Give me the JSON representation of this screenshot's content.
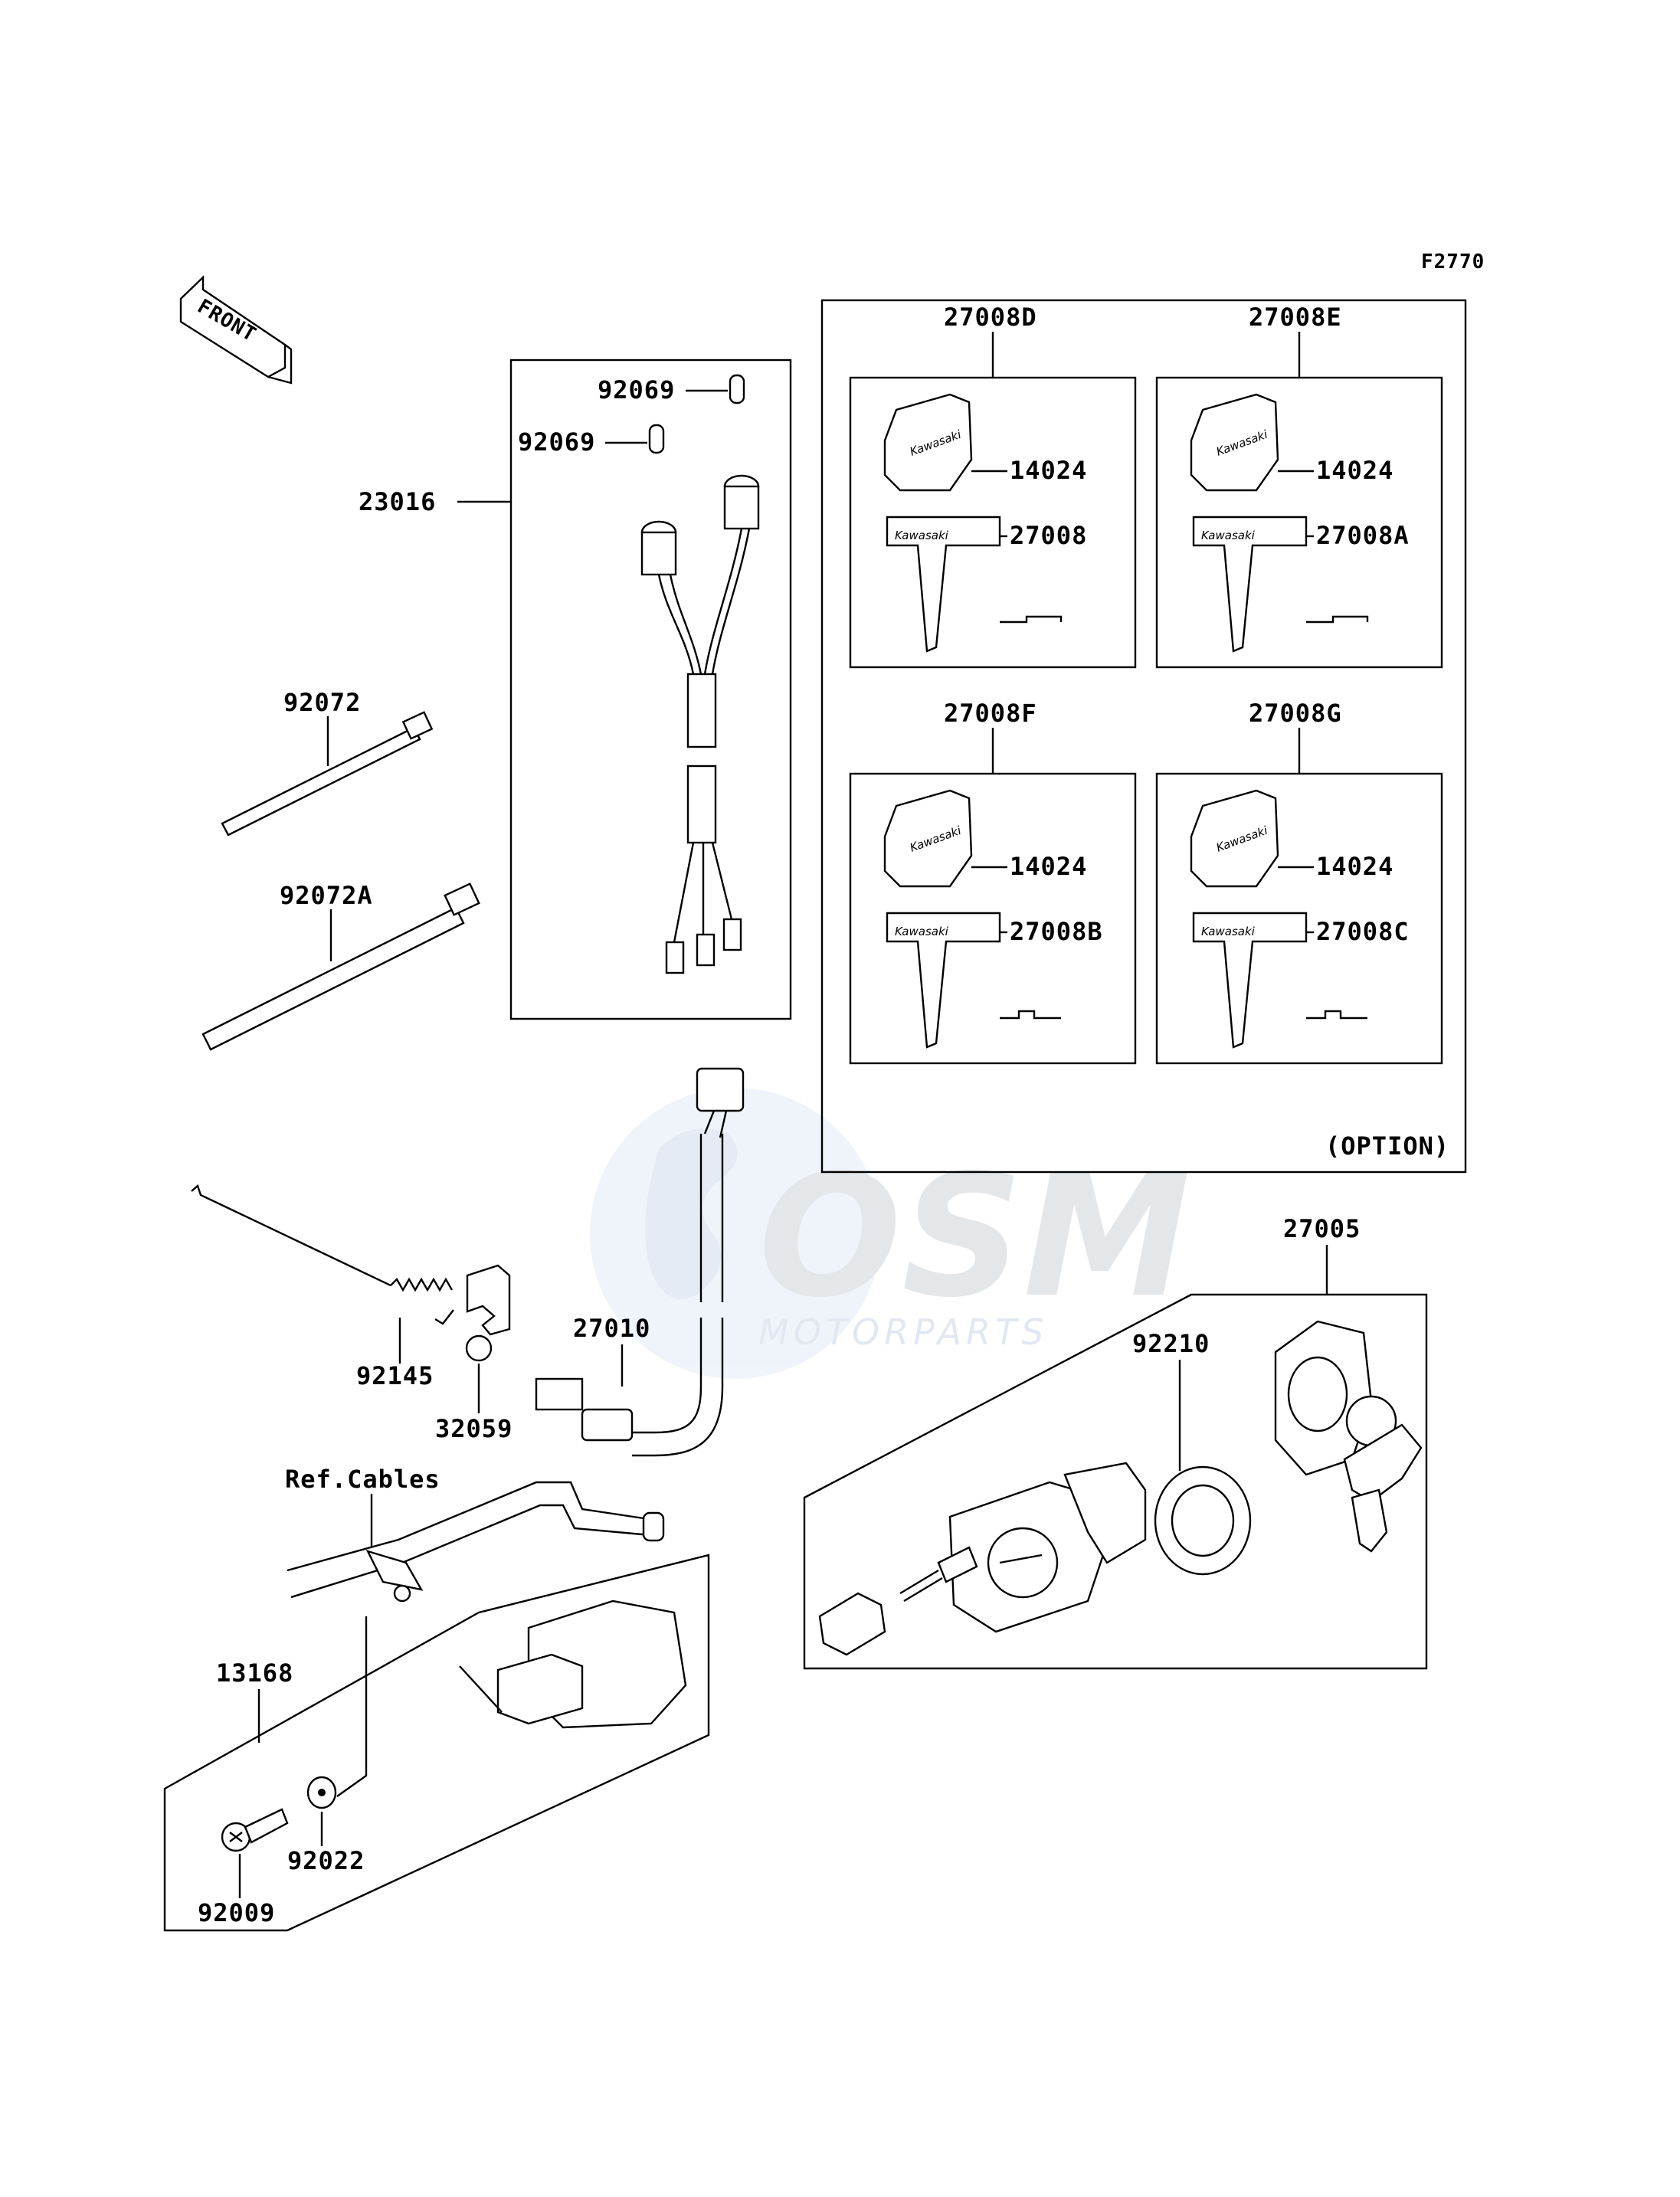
{
  "figure_code": "F2770",
  "front_arrow_label": "FRONT",
  "option_note": "(OPTION)",
  "ref_note": "Ref.Cables",
  "key_brand": "Kawasaki",
  "watermark": {
    "logo": "OSM",
    "sub": "MOTORPARTS"
  },
  "labels": {
    "p23016": "23016",
    "p92069a": "92069",
    "p92069b": "92069",
    "p92072": "92072",
    "p92072A": "92072A",
    "p92145": "92145",
    "p32059": "32059",
    "p27010": "27010",
    "p13168": "13168",
    "p92022": "92022",
    "p92009": "92009",
    "p27005": "27005",
    "p92210": "92210"
  },
  "key_sets": [
    {
      "id": "27008D",
      "knob": "14024",
      "key": "27008"
    },
    {
      "id": "27008E",
      "knob": "14024",
      "key": "27008A"
    },
    {
      "id": "27008F",
      "knob": "14024",
      "key": "27008B"
    },
    {
      "id": "27008G",
      "knob": "14024",
      "key": "27008C"
    }
  ]
}
